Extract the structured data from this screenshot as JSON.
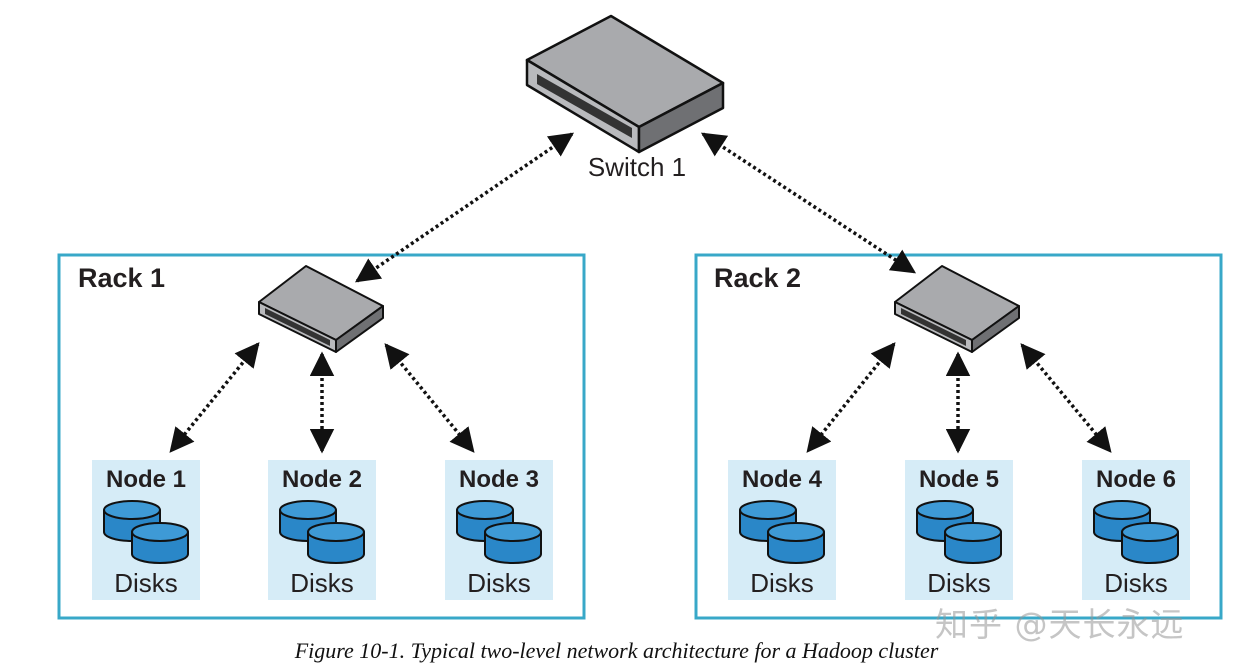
{
  "diagram": {
    "core_switch": {
      "label": "Switch 1"
    },
    "racks": [
      {
        "label": "Rack 1",
        "nodes": [
          {
            "label": "Node 1",
            "storage": "Disks"
          },
          {
            "label": "Node 2",
            "storage": "Disks"
          },
          {
            "label": "Node 3",
            "storage": "Disks"
          }
        ]
      },
      {
        "label": "Rack 2",
        "nodes": [
          {
            "label": "Node 4",
            "storage": "Disks"
          },
          {
            "label": "Node 5",
            "storage": "Disks"
          },
          {
            "label": "Node 6",
            "storage": "Disks"
          }
        ]
      }
    ],
    "caption": "Figure 10-1. Typical two-level network architecture for a Hadoop cluster",
    "watermark": "知乎 @天长永远"
  },
  "colors": {
    "rack_border": "#38a8c8",
    "node_fill": "#d6ecf7",
    "disk_fill": "#2a87c8",
    "switch_top": "#a9aaad",
    "switch_side": "#6f7073"
  }
}
